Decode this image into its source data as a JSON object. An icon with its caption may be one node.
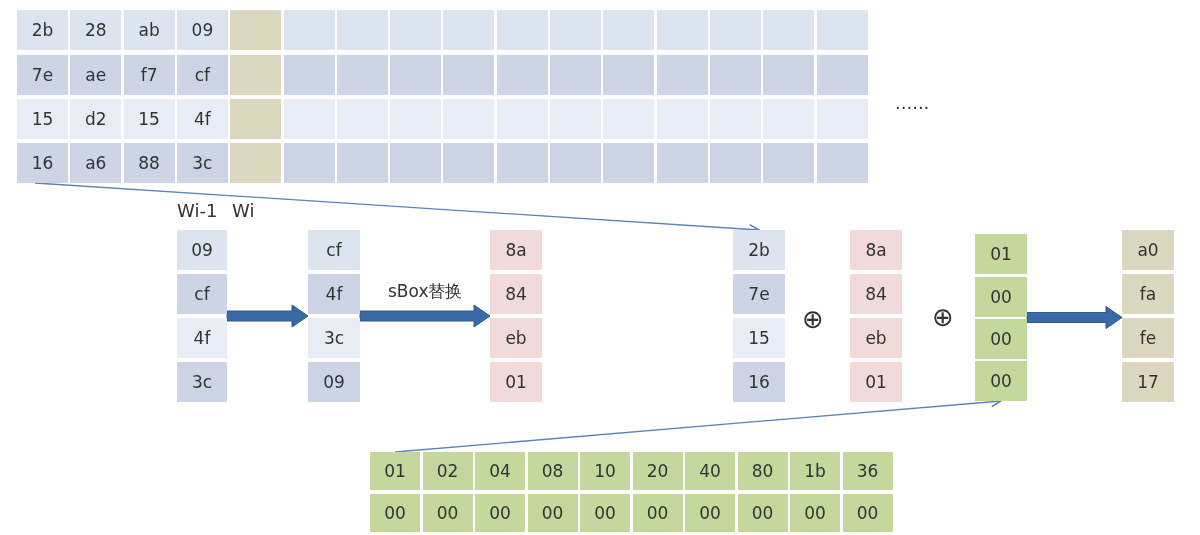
{
  "diagram": {
    "nodes": [
      {
        "text": [
          "2b",
          "7e",
          "15",
          "16"
        ]
      },
      {
        "text": [
          "28",
          "ae",
          "d2",
          "a6"
        ]
      },
      {
        "text": [
          "ab",
          "f7",
          "15",
          "88"
        ]
      },
      {
        "text": [
          "09",
          "cf",
          "4f",
          "3c"
        ]
      },
      {
        "text": [],
        "shape": "box"
      },
      {
        "text": [],
        "shape": "box"
      },
      {
        "text": [],
        "shape": "box"
      },
      {
        "text": [],
        "shape": "box"
      },
      {
        "text": [],
        "shape": "box"
      },
      {
        "text": [],
        "shape": "box"
      },
      {
        "text": [],
        "shape": "box"
      },
      {
        "text": [],
        "shape": "box"
      },
      {
        "text": [],
        "shape": "box"
      },
      {
        "text": [],
        "shape": "box"
      },
      {
        "text": [],
        "shape": "box"
      },
      {
        "text": [],
        "shape": "box"
      },
      {
        "text": [
          "09",
          "cf",
          "4f",
          "3c"
        ]
      },
      {
        "text": [
          "cf",
          "4f",
          "3c",
          "09"
        ]
      },
      {
        "text": [
          "8a",
          "84",
          "eb",
          "01"
        ]
      },
      {
        "text": [
          "2b",
          "7e",
          "15",
          "16"
        ]
      },
      {
        "text": [
          "8a",
          "84",
          "eb",
          "01"
        ]
      },
      {
        "text": [
          "01",
          "00",
          "00",
          "00"
        ]
      },
      {
        "text": [
          "a0",
          "fa",
          "fe",
          "17"
        ]
      },
      {
        "text": [
          "01",
          "00"
        ]
      },
      {
        "text": [
          "02",
          "00"
        ]
      },
      {
        "text": [
          "04",
          "00"
        ]
      },
      {
        "text": [
          "08",
          "00"
        ]
      },
      {
        "text": [
          "10",
          "00"
        ]
      },
      {
        "text": [
          "20",
          "00"
        ]
      },
      {
        "text": [
          "40",
          "00"
        ]
      },
      {
        "text": [
          "80",
          "00"
        ]
      },
      {
        "text": [
          "1b",
          "00"
        ]
      },
      {
        "text": [
          "36",
          "00"
        ]
      }
    ],
    "edges": [
      {
        "from": 0,
        "to": 19,
        "arrow": "to"
      },
      {
        "from": 23,
        "to": 21,
        "arrow": "to"
      },
      {
        "from": 16,
        "to": 17,
        "arrow": "to",
        "style": "thick"
      },
      {
        "from": 17,
        "to": 18,
        "arrow": "to",
        "style": "thick",
        "label": "sBox替换"
      },
      {
        "from": 21,
        "to": 22,
        "arrow": "to",
        "style": "thick"
      }
    ],
    "labels": [
      "......",
      "Wi-1",
      "Wi",
      "⊕",
      "⊕"
    ]
  }
}
